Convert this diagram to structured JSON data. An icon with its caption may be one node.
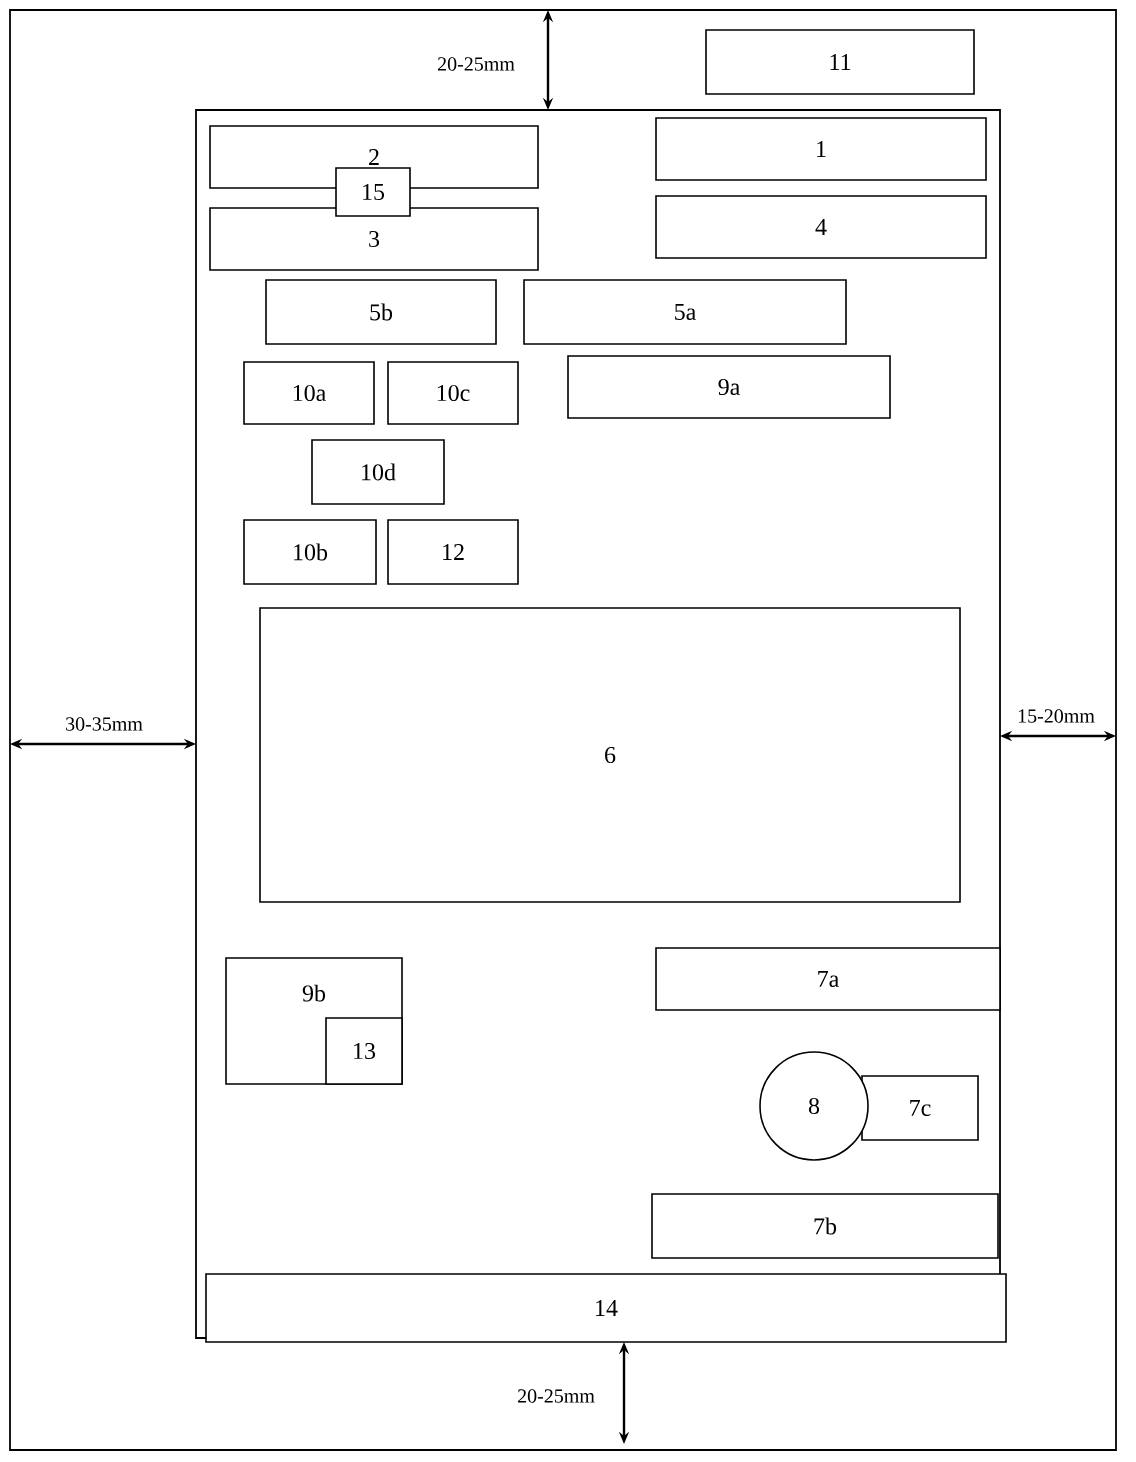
{
  "diagram": {
    "nodes": [
      {
        "text": [
          "11"
        ]
      },
      {
        "text": [
          "2"
        ]
      },
      {
        "text": [
          "1"
        ]
      },
      {
        "text": [
          "15"
        ]
      },
      {
        "text": [
          "3"
        ]
      },
      {
        "text": [
          "4"
        ]
      },
      {
        "text": [
          "5b"
        ]
      },
      {
        "text": [
          "5a"
        ]
      },
      {
        "text": [
          "10a"
        ]
      },
      {
        "text": [
          "10c"
        ]
      },
      {
        "text": [
          "9a"
        ]
      },
      {
        "text": [
          "10d"
        ]
      },
      {
        "text": [
          "10b"
        ]
      },
      {
        "text": [
          "12"
        ]
      },
      {
        "text": [
          "6"
        ]
      },
      {
        "text": [
          "9b"
        ]
      },
      {
        "text": [
          "13"
        ],
        "in": 15
      },
      {
        "text": [
          "7a"
        ]
      },
      {
        "text": [
          "8"
        ]
      },
      {
        "text": [
          "7c"
        ]
      },
      {
        "text": [
          "7b"
        ]
      },
      {
        "text": [
          "14"
        ]
      }
    ],
    "labels": [
      "20-25mm",
      "30-35mm",
      "15-20mm",
      "20-25mm"
    ]
  }
}
